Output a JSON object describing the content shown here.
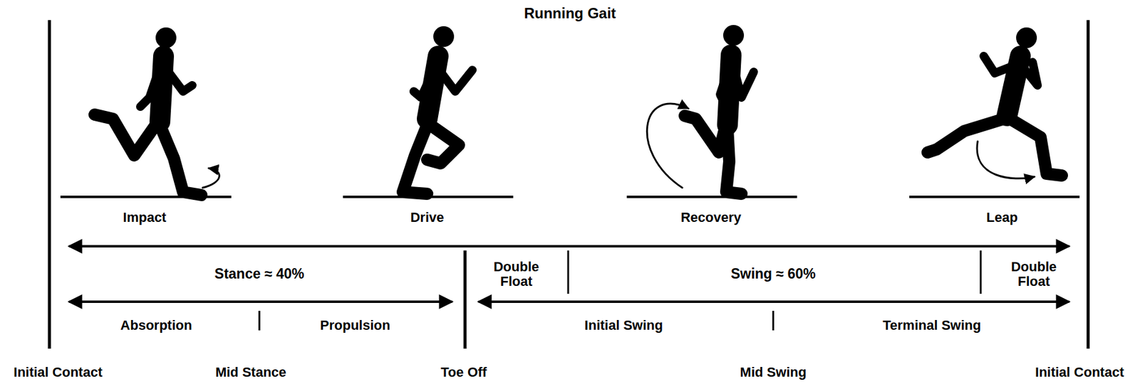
{
  "diagram": {
    "title": "Running Gait",
    "labels": [
      "Impact",
      "Drive",
      "Recovery",
      "Leap",
      "Stance ≈ 40%",
      "Double Float",
      "Swing ≈ 60%",
      "Double Float",
      "Absorption",
      "Propulsion",
      "Initial Swing",
      "Terminal Swing",
      "Initial Contact",
      "Mid Stance",
      "Toe Off",
      "Mid Swing",
      "Initial Contact"
    ]
  }
}
